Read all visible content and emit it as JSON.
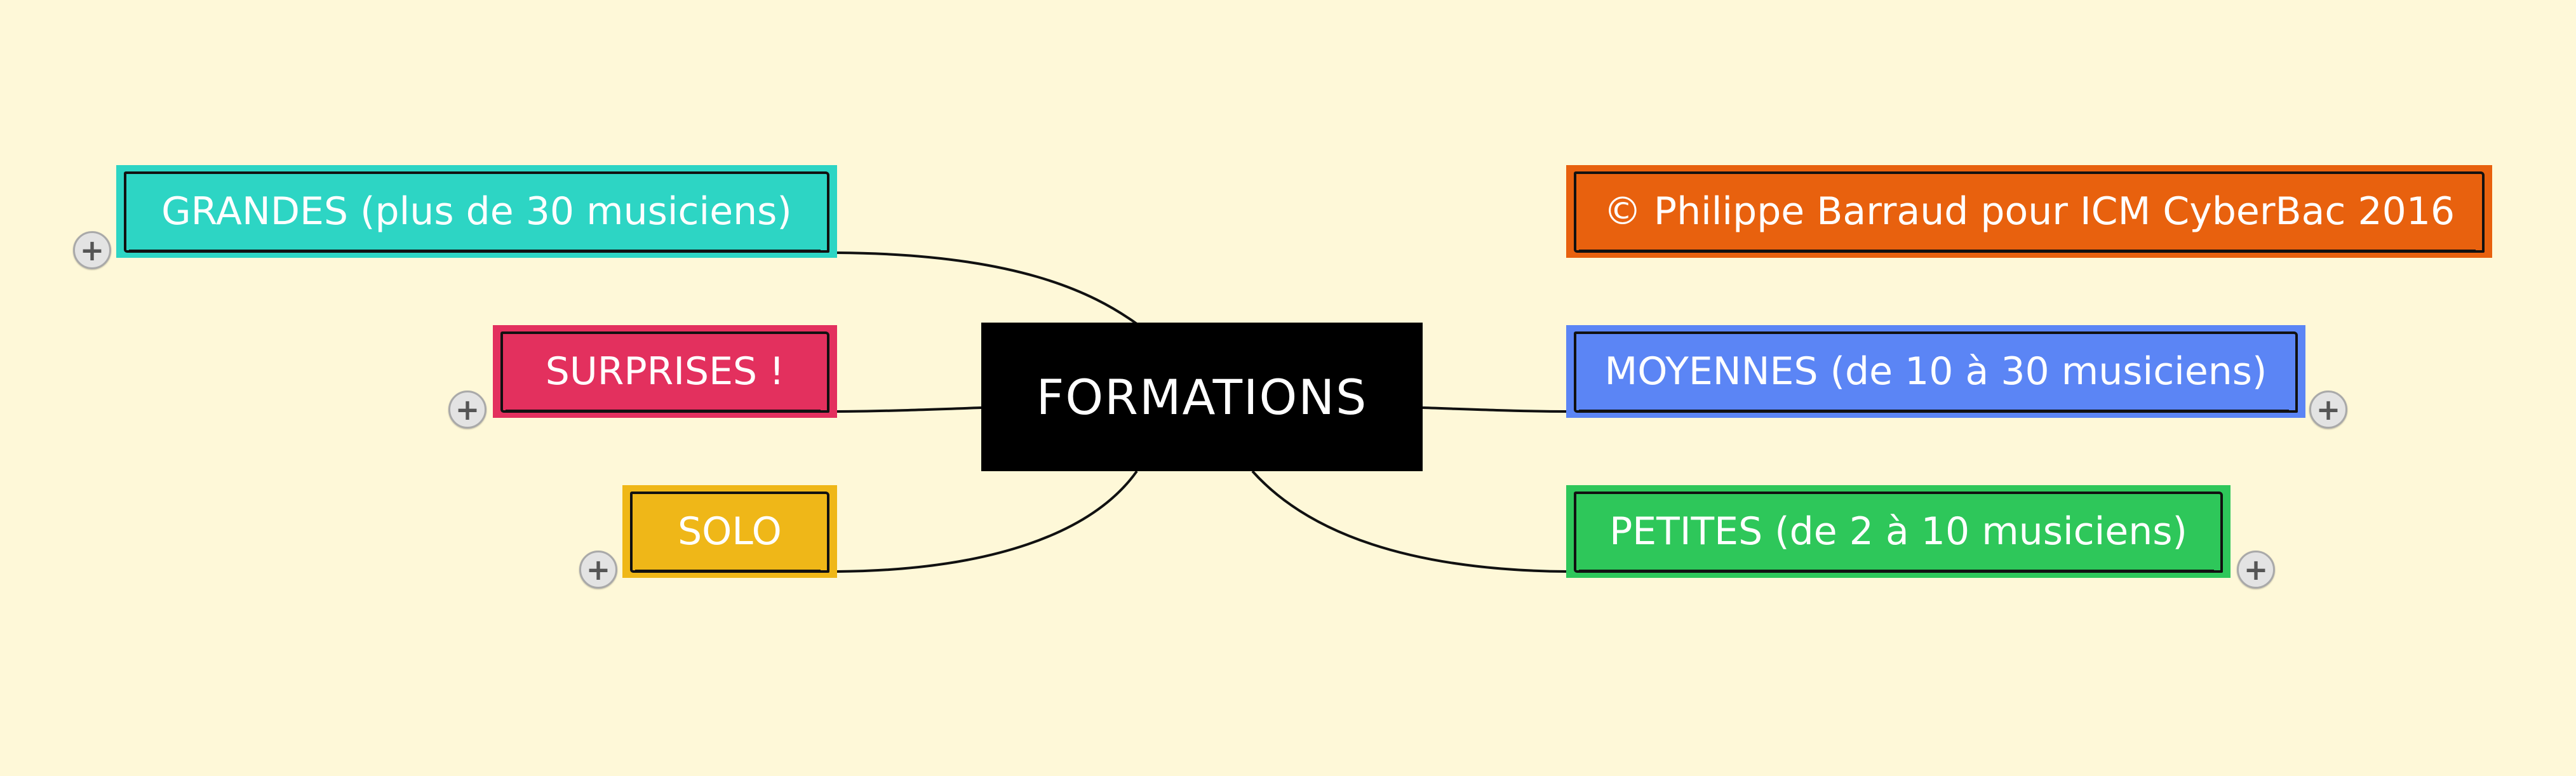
{
  "canvas": {
    "background": "#fef8d8"
  },
  "central_topic": {
    "label": "FORMATIONS",
    "color": "#000000"
  },
  "topics": [
    {
      "id": "grandes",
      "label": "GRANDES (plus de 30 musiciens)",
      "color": "#2dd5c4",
      "side": "left",
      "collapsed": true
    },
    {
      "id": "surprises",
      "label": "SURPRISES !",
      "color": "#e3305e",
      "side": "left",
      "collapsed": true
    },
    {
      "id": "solo",
      "label": "SOLO",
      "color": "#efb718",
      "side": "left",
      "collapsed": true
    },
    {
      "id": "copyright",
      "label": "© Philippe Barraud pour ICM CyberBac 2016",
      "color": "#e8610e",
      "side": "right",
      "collapsed": false
    },
    {
      "id": "moyennes",
      "label": "MOYENNES (de 10 à 30 musiciens)",
      "color": "#5b85f5",
      "side": "right",
      "collapsed": true
    },
    {
      "id": "petites",
      "label": "PETITES (de 2 à 10 musiciens)",
      "color": "#2ec75a",
      "side": "right",
      "collapsed": true
    }
  ],
  "icons": {
    "expand": "plus-icon"
  },
  "expand_glyph": "+"
}
